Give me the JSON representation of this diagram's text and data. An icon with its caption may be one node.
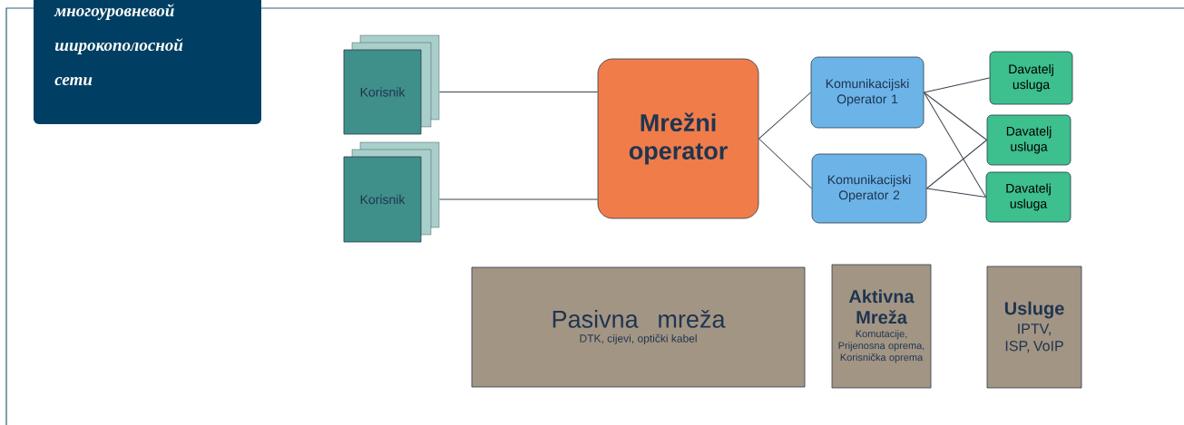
{
  "diagram": {
    "title": "многоуровневой широкополосной сети",
    "nodes": [
      {
        "text": [
          "Korisnik"
        ]
      },
      {
        "text": [
          "Korisnik"
        ]
      },
      {
        "text": [
          "Mrežni operator"
        ]
      },
      {
        "text": [
          "Komunikacijski Operator 1"
        ]
      },
      {
        "text": [
          "Komunikacijski Operator 2"
        ]
      },
      {
        "text": [
          "Davatelj usluga"
        ]
      },
      {
        "text": [
          "Davatelj usluga"
        ]
      },
      {
        "text": [
          "Davatelj usluga"
        ]
      },
      {
        "text": [
          "Pasivna mreža",
          "DTK, cijevi, optički kabel"
        ]
      },
      {
        "text": [
          "Aktivna Mreža",
          "Komutacije, Prijenosna oprema, Korisnička oprema"
        ]
      },
      {
        "text": [
          "Usluge",
          "IPTV, ISP, VoIP"
        ]
      }
    ],
    "edges": [
      {
        "from": 0,
        "to": 2,
        "arrow": "none"
      },
      {
        "from": 1,
        "to": 2,
        "arrow": "none"
      },
      {
        "from": 2,
        "to": 3,
        "arrow": "none"
      },
      {
        "from": 2,
        "to": 4,
        "arrow": "none"
      },
      {
        "from": 3,
        "to": 5,
        "arrow": "none"
      },
      {
        "from": 3,
        "to": 6,
        "arrow": "none"
      },
      {
        "from": 3,
        "to": 7,
        "arrow": "none"
      },
      {
        "from": 4,
        "to": 6,
        "arrow": "none"
      },
      {
        "from": 4,
        "to": 7,
        "arrow": "none"
      }
    ]
  }
}
